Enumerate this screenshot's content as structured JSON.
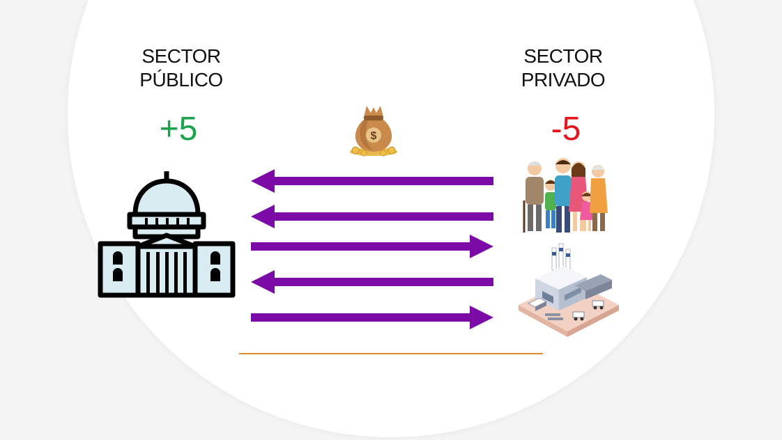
{
  "public_sector": {
    "title_line1": "SECTOR",
    "title_line2": "PÚBLICO",
    "balance": "+5",
    "balance_color": "#1aa34a",
    "icon": "government-building-icon"
  },
  "private_sector": {
    "title_line1": "SECTOR",
    "title_line2": "PRIVADO",
    "balance": "-5",
    "balance_color": "#e8141c",
    "icons": [
      "family-icon",
      "factory-icon"
    ]
  },
  "money_icon": "money-bag-icon",
  "flows": [
    {
      "direction": "to-public"
    },
    {
      "direction": "to-public"
    },
    {
      "direction": "to-private"
    },
    {
      "direction": "to-public"
    },
    {
      "direction": "to-private"
    }
  ],
  "colors": {
    "arrow": "#7b0aa6",
    "underline": "#e08a2c"
  }
}
